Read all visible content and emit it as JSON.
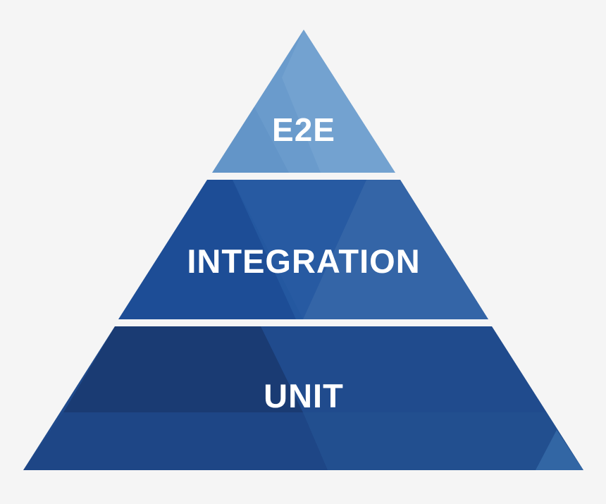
{
  "pyramid": {
    "tiers": [
      {
        "label": "E2E",
        "color": "#6a9bcc"
      },
      {
        "label": "INTEGRATION",
        "color": "#2458a0"
      },
      {
        "label": "UNIT",
        "color": "#1f4a8c"
      }
    ],
    "background": "#f5f5f5"
  }
}
